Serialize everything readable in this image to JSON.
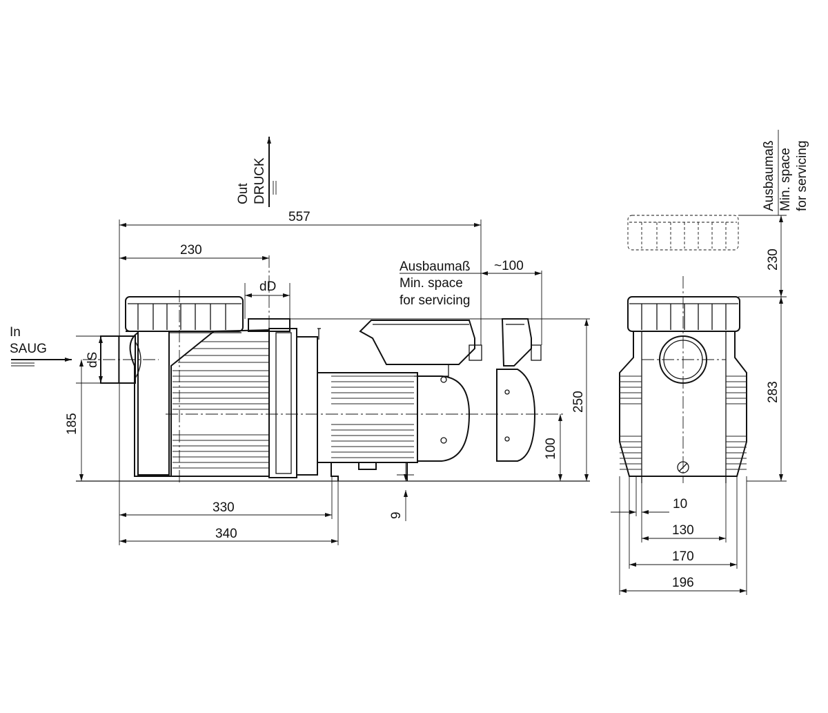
{
  "labels": {
    "out": "Out",
    "druck": "DRUCK",
    "in": "In",
    "saug": "SAUG",
    "dd": "dD",
    "ds": "dS",
    "service_de": "Ausbaumaß",
    "service_en1": "Min. space",
    "service_en2": "for servicing"
  },
  "dimensions": {
    "overall_length": "557",
    "suction_to_outlet": "230",
    "service_clearance": "~100",
    "suction_height": "185",
    "shaft_height": "100",
    "overall_height": "250",
    "foot_offset": "9",
    "base_330": "330",
    "base_340": "340",
    "lid_clearance": "230",
    "front_height": "283",
    "foot_width": "10",
    "hole_spacing": "130",
    "base_width": "170",
    "overall_width": "196"
  }
}
